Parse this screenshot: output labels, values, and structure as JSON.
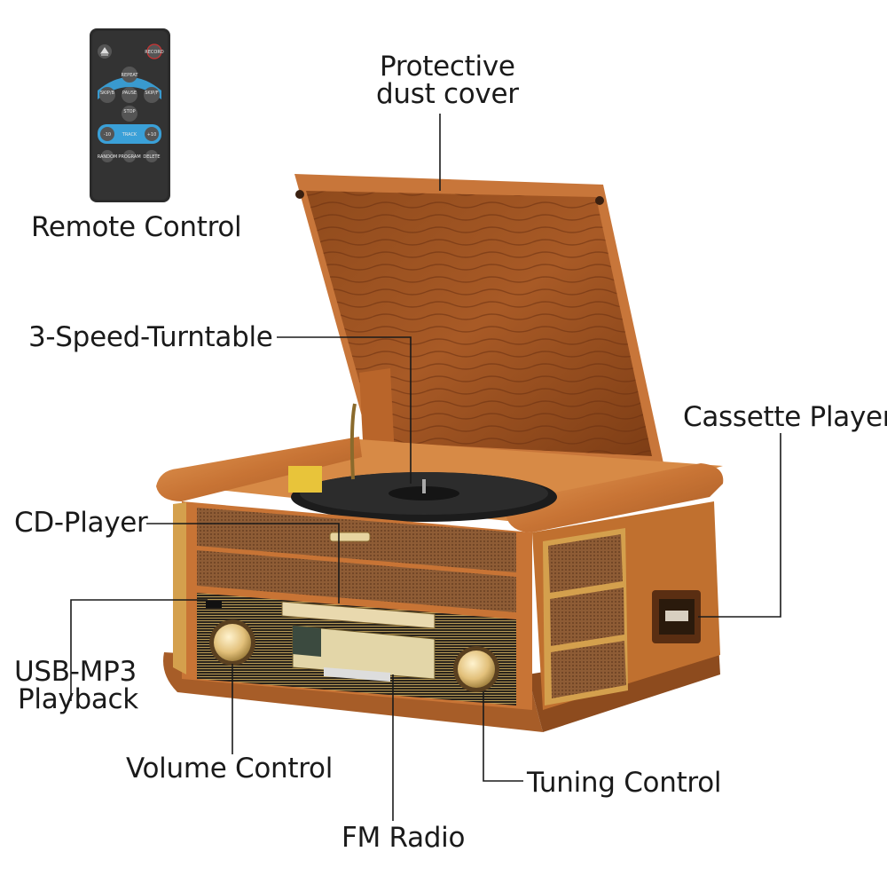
{
  "labels": {
    "dust_cover": {
      "line1": "Protective",
      "line2": "dust cover"
    },
    "remote": "Remote Control",
    "turntable": "3-Speed-Turntable",
    "cassette": "Cassette Player",
    "cd": "CD-Player",
    "usb": {
      "line1": "USB-MP3",
      "line2": "Playback"
    },
    "volume": "Volume Control",
    "tuning": "Tuning Control",
    "radio": "FM Radio"
  },
  "remote_buttons": {
    "eject": "",
    "record": "RECORD",
    "repeat": "REPEAT",
    "skip_back": "SKIP/B",
    "play_pause": "PAUSE",
    "skip_fwd": "SKIP/F",
    "stop": "STOP",
    "minus10": "-10",
    "track": "TRACK",
    "plus10": "+10",
    "random": "RANDOM",
    "program": "PROGRAM",
    "delete": "DELETE"
  },
  "colors": {
    "wood_light": "#d98a45",
    "wood_mid": "#b9652a",
    "wood_dark": "#7a3c14",
    "speaker_grille": "#8a5a35",
    "brass": "#d9b25c",
    "remote_body": "#2b2b2b",
    "remote_accent": "#3aa0d8"
  }
}
